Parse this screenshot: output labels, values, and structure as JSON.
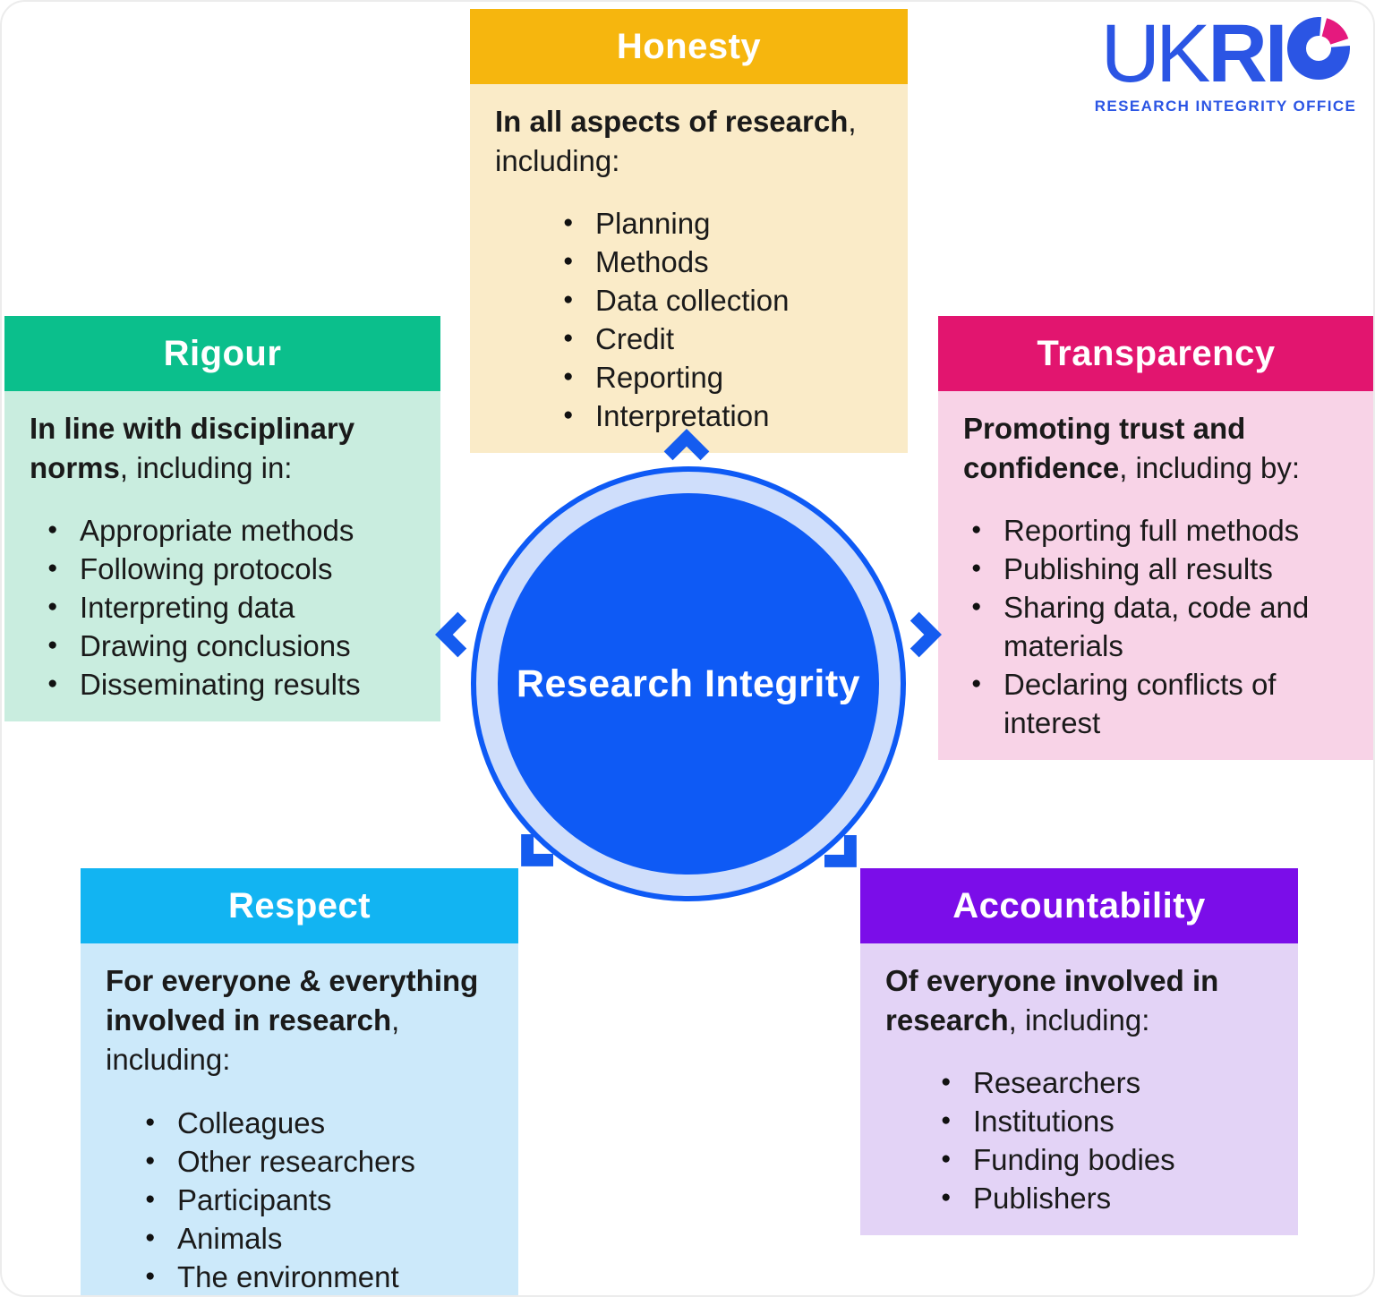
{
  "logo": {
    "uk": "UK",
    "ri": "RI",
    "o_icon": "rio-o-donut-icon",
    "subtitle": "RESEARCH INTEGRITY OFFICE",
    "blue": "#2B55E4",
    "pink": "#E5197E"
  },
  "center": {
    "label": "Research Integrity",
    "fill": "#0E5AF5",
    "ring": "#CFDEFB",
    "chevron": "#155CEF"
  },
  "boxes": [
    {
      "id": "honesty",
      "title": "Honesty",
      "lead_bold": "In all aspects of research",
      "lead_rest": ", including:",
      "items": [
        "Planning",
        "Methods",
        "Data collection",
        "Credit",
        "Reporting",
        "Interpretation"
      ],
      "header_color": "#F6B60E",
      "body_color": "#FAEBC8"
    },
    {
      "id": "rigour",
      "title": "Rigour",
      "lead_bold": "In line with disciplinary norms",
      "lead_rest": ", including in:",
      "items": [
        "Appropriate methods",
        "Following protocols",
        "Interpreting data",
        "Drawing conclusions",
        "Disseminating results"
      ],
      "header_color": "#0BBF8C",
      "body_color": "#C9EDDF"
    },
    {
      "id": "transparency",
      "title": "Transparency",
      "lead_bold": "Promoting trust and confidence",
      "lead_rest": ", including by:",
      "items": [
        "Reporting full methods",
        "Publishing all results",
        "Sharing data, code and materials",
        "Declaring conflicts of interest"
      ],
      "header_color": "#E2156F",
      "body_color": "#F8D3E7"
    },
    {
      "id": "respect",
      "title": "Respect",
      "lead_bold": "For everyone & everything involved in research",
      "lead_rest": ", including:",
      "items": [
        "Colleagues",
        "Other researchers",
        "Participants",
        "Animals",
        "The environment"
      ],
      "header_color": "#12B4F2",
      "body_color": "#CCE9FA"
    },
    {
      "id": "accountability",
      "title": "Accountability",
      "lead_bold": "Of everyone involved in research",
      "lead_rest": ", including:",
      "items": [
        "Researchers",
        "Institutions",
        "Funding bodies",
        "Publishers"
      ],
      "header_color": "#7B0DE9",
      "body_color": "#E3D3F6"
    }
  ]
}
